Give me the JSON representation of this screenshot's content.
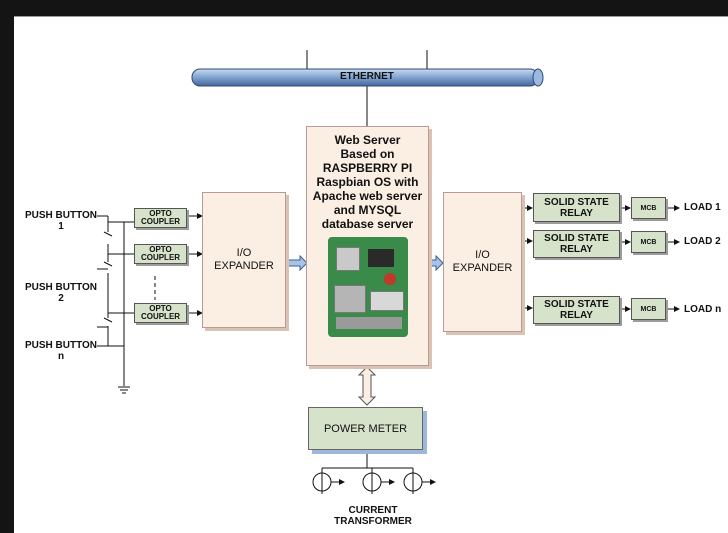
{
  "ethernet": {
    "label": "ETHERNET"
  },
  "server": {
    "lines": [
      "Web Server",
      "Based on",
      "RASPBERRY PI",
      "Raspbian OS with",
      "Apache web server",
      "and MYSQL",
      "database server"
    ]
  },
  "expanders": {
    "left_label": "I/O\nEXPANDER",
    "right_label": "I/O\nEXPANDER"
  },
  "push_buttons": [
    {
      "label": "PUSH BUTTON",
      "index": "1"
    },
    {
      "label": "PUSH BUTTON",
      "index": "2"
    },
    {
      "label": "PUSH BUTTON",
      "index": "n"
    }
  ],
  "opto_couplers": [
    {
      "label": "OPTO\nCOUPLER"
    },
    {
      "label": "OPTO\nCOUPLER"
    },
    {
      "label": "OPTO\nCOUPLER"
    }
  ],
  "relays": [
    {
      "label": "SOLID STATE\nRELAY",
      "mcb": "MCB",
      "load": "LOAD 1"
    },
    {
      "label": "SOLID STATE\nRELAY",
      "mcb": "MCB",
      "load": "LOAD 2"
    },
    {
      "label": "SOLID STATE\nRELAY",
      "mcb": "MCB",
      "load": "LOAD n"
    }
  ],
  "power_meter": {
    "label": "POWER METER"
  },
  "current_transformer": {
    "label": "CURRENT\nTRANSFORMER"
  }
}
